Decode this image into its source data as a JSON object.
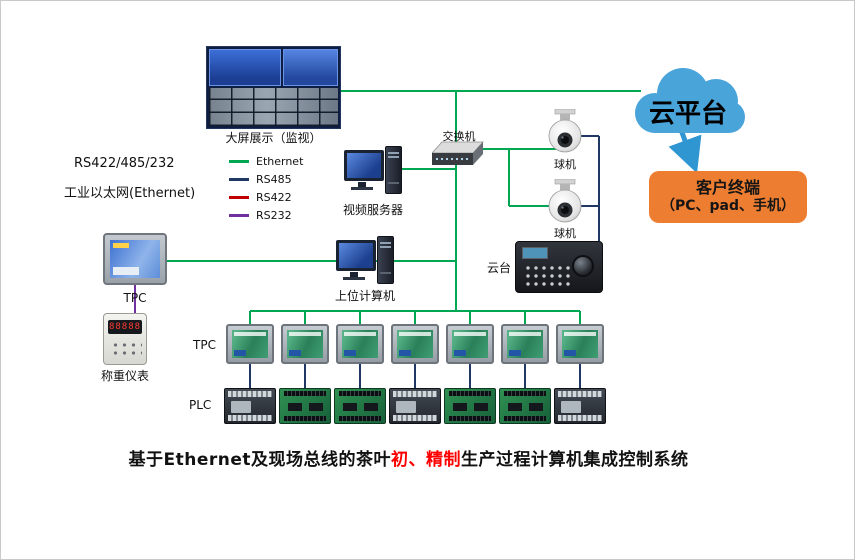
{
  "legend": {
    "bus_title": "RS422/485/232",
    "eth_title": "工业以太网(Ethernet)",
    "items": [
      {
        "label": "Ethernet",
        "color": "#00a651"
      },
      {
        "label": "RS485",
        "color": "#1f3864"
      },
      {
        "label": "RS422",
        "color": "#c00000"
      },
      {
        "label": "RS232",
        "color": "#7030a0"
      }
    ]
  },
  "nodes": {
    "video_wall_label": "大屏展示（监视）",
    "video_server_label": "视频服务器",
    "switch_label": "交换机",
    "camera_top_label": "球机",
    "camera_bottom_label": "球机",
    "cloud_label": "云平台",
    "client_terminal_line1": "客户终端",
    "client_terminal_line2": "（PC、pad、手机）",
    "tpc_label": "TPC",
    "weighing_label": "称重仪表",
    "weighing_display": "88888",
    "host_computer_label": "上位计算机",
    "ptz_label": "云台",
    "tpc_row_label": "TPC",
    "plc_row_label": "PLC"
  },
  "caption": {
    "prefix": "基于Ethernet及现场总线的茶叶",
    "highlight": "初、精制",
    "suffix": "生产过程计算机集成控制系统",
    "highlight_color": "#ff0000"
  },
  "colors": {
    "cloud_fill": "#49a4da",
    "arrow": "#2f96d2",
    "client_fill": "#ed7d31"
  }
}
